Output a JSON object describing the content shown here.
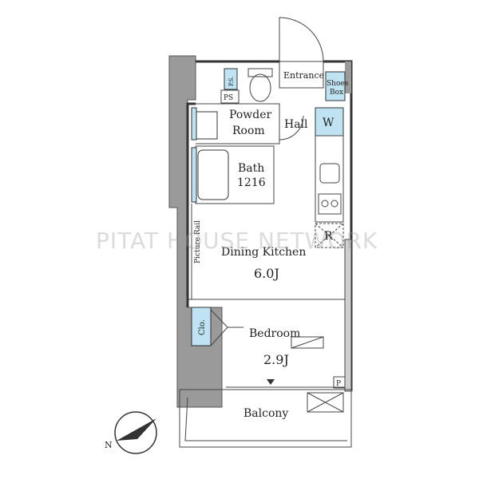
{
  "watermark": "PITAT HOUSE NETWORK",
  "rooms": {
    "entrance": "Entrance",
    "shoes_box_line1": "Shoes",
    "shoes_box_line2": "Box",
    "ps": "PS",
    "powder_room_line1": "Powder",
    "powder_room_line2": "Room",
    "hall": "Hall",
    "washer": "W",
    "bath_line1": "Bath",
    "bath_line2": "1216",
    "refrigerator": "R",
    "picture_rail": "Picture Rail",
    "dining_kitchen_label": "Dining Kitchen",
    "dining_kitchen_size": "6.0J",
    "closet": "Clo.",
    "bedroom_label": "Bedroom",
    "bedroom_size": "2.9J",
    "balcony": "Balcony",
    "pipe": "P",
    "pipe_space_small": "P.S.",
    "compass_north": "N"
  },
  "colors": {
    "wall_fill": "#9a9a9a",
    "storage_blue": "#bfe3f2",
    "line": "#333333"
  }
}
